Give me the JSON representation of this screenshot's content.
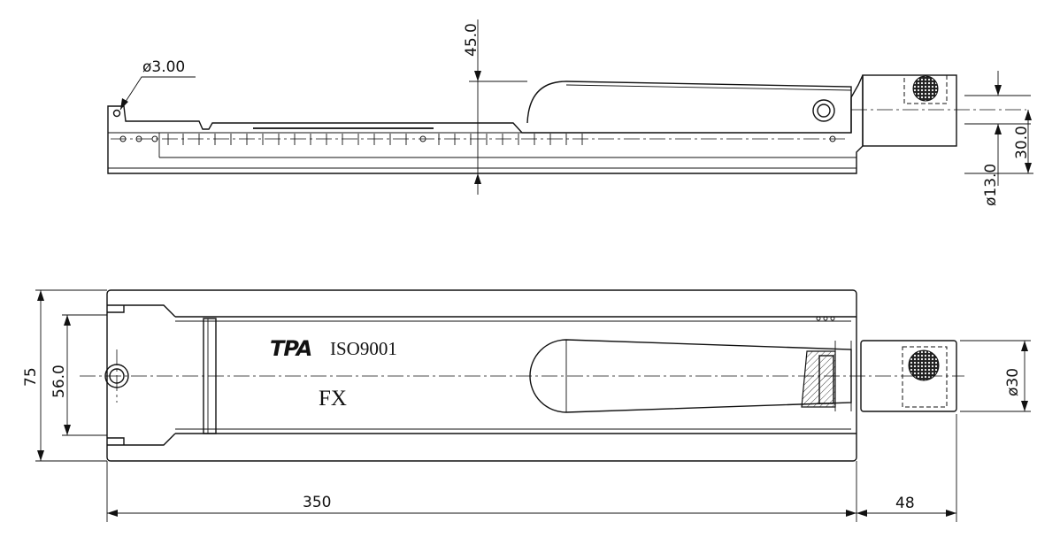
{
  "brand": {
    "logo": "TPA",
    "certification": "ISO9001",
    "model": "FX"
  },
  "dimensions": {
    "hole_dia": "ø3.00",
    "height_top": "45.0",
    "shank_dia": "ø13.0",
    "shank_offset": "30.0",
    "width": "75",
    "inner_width": "56.0",
    "length": "350",
    "extension": "48",
    "knob_dia": "ø30"
  },
  "colors": {
    "line": "#111111",
    "background": "#ffffff"
  }
}
